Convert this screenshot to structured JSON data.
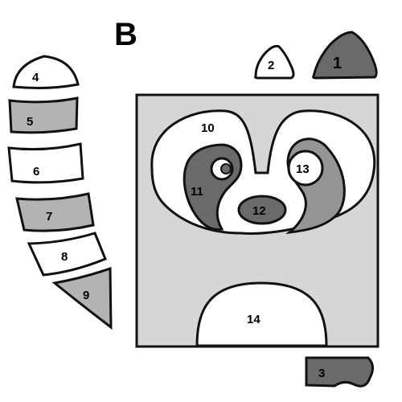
{
  "panel_label": "B",
  "colors": {
    "white": "#ffffff",
    "light_gray": "#b3b3b3",
    "mid_gray": "#959595",
    "dark_gray": "#6a6a6a",
    "square_fill": "#d6d6d6",
    "outline": "#111111"
  },
  "pieces": [
    {
      "id": "1",
      "label": "1",
      "fill": "dark_gray"
    },
    {
      "id": "2",
      "label": "2",
      "fill": "white"
    },
    {
      "id": "3",
      "label": "3",
      "fill": "dark_gray"
    },
    {
      "id": "4",
      "label": "4",
      "fill": "white"
    },
    {
      "id": "5",
      "label": "5",
      "fill": "light_gray"
    },
    {
      "id": "6",
      "label": "6",
      "fill": "white"
    },
    {
      "id": "7",
      "label": "7",
      "fill": "light_gray"
    },
    {
      "id": "8",
      "label": "8",
      "fill": "white"
    },
    {
      "id": "9",
      "label": "9",
      "fill": "light_gray"
    },
    {
      "id": "10",
      "label": "10",
      "fill": "white"
    },
    {
      "id": "11",
      "label": "11",
      "fill": "dark_gray"
    },
    {
      "id": "12",
      "label": "12",
      "fill": "dark_gray"
    },
    {
      "id": "13",
      "label": "13",
      "fill": "white"
    },
    {
      "id": "14",
      "label": "14",
      "fill": "white"
    }
  ]
}
